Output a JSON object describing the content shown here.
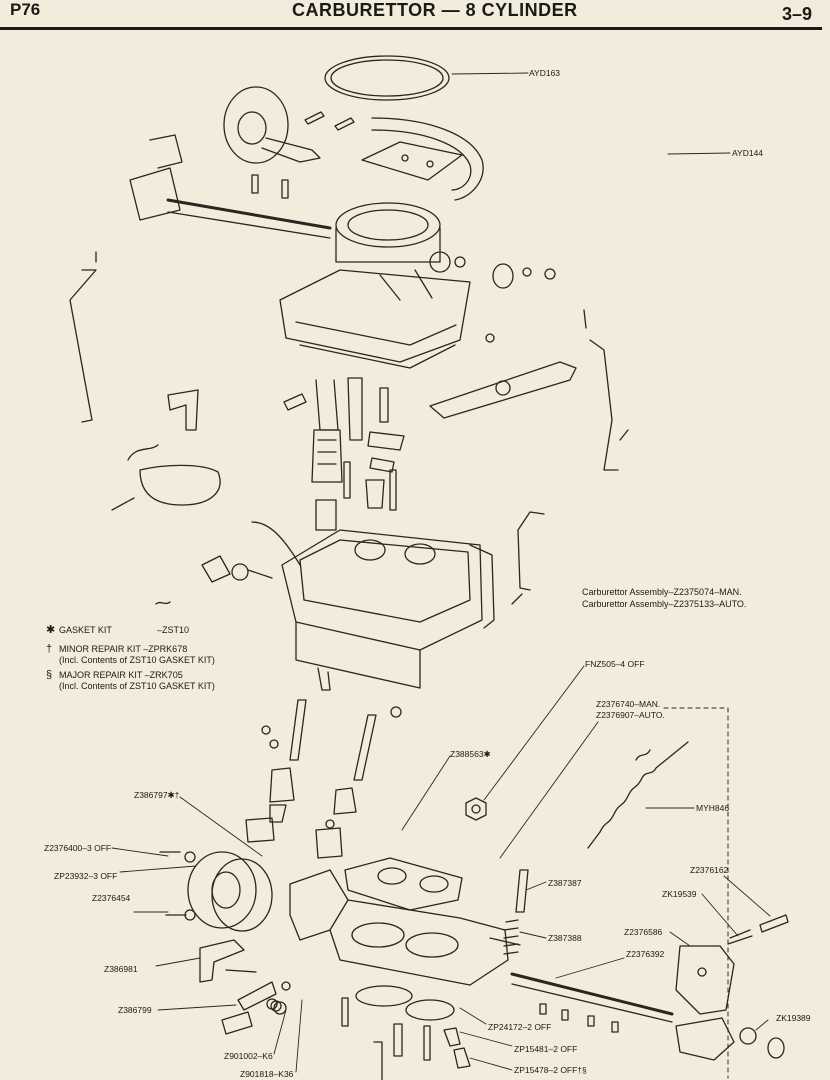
{
  "header": {
    "page_code": "P76",
    "title": "CARBURETTOR — 8 CYLINDER",
    "section": "3–9"
  },
  "assembly_notes": [
    "Carburettor Assembly–Z2375074–MAN.",
    "Carburettor Assembly–Z2375133–AUTO."
  ],
  "legend": {
    "gasket": {
      "symbol": "✱",
      "label": "GASKET KIT",
      "code": "–ZST10"
    },
    "minor": {
      "symbol": "†",
      "label": "MINOR REPAIR KIT –ZPRK678",
      "note": "(Incl. Contents of ZST10 GASKET KIT)"
    },
    "major": {
      "symbol": "§",
      "label": "MAJOR REPAIR KIT –ZRK705",
      "note": "(Incl. Contents of ZST10 GASKET KIT)"
    }
  },
  "part_labels": [
    "AYD163",
    "AYD144",
    "FNZ505–4 OFF",
    "Z2376740–MAN.",
    "Z2376907–AUTO.",
    "Z388563✱",
    "MYH846",
    "Z386797✱†",
    "Z2376400–3 OFF",
    "ZP23932–3 OFF",
    "Z2376454",
    "Z387387",
    "Z387388",
    "Z2376392",
    "Z2376162",
    "ZK19539",
    "Z2376586",
    "Z386981",
    "Z386799",
    "ZP24172–2 OFF",
    "ZK19389",
    "ZP15481–2 OFF",
    "Z901002–K6",
    "ZP15478–2 OFF†§",
    "Z901818–K36"
  ]
}
